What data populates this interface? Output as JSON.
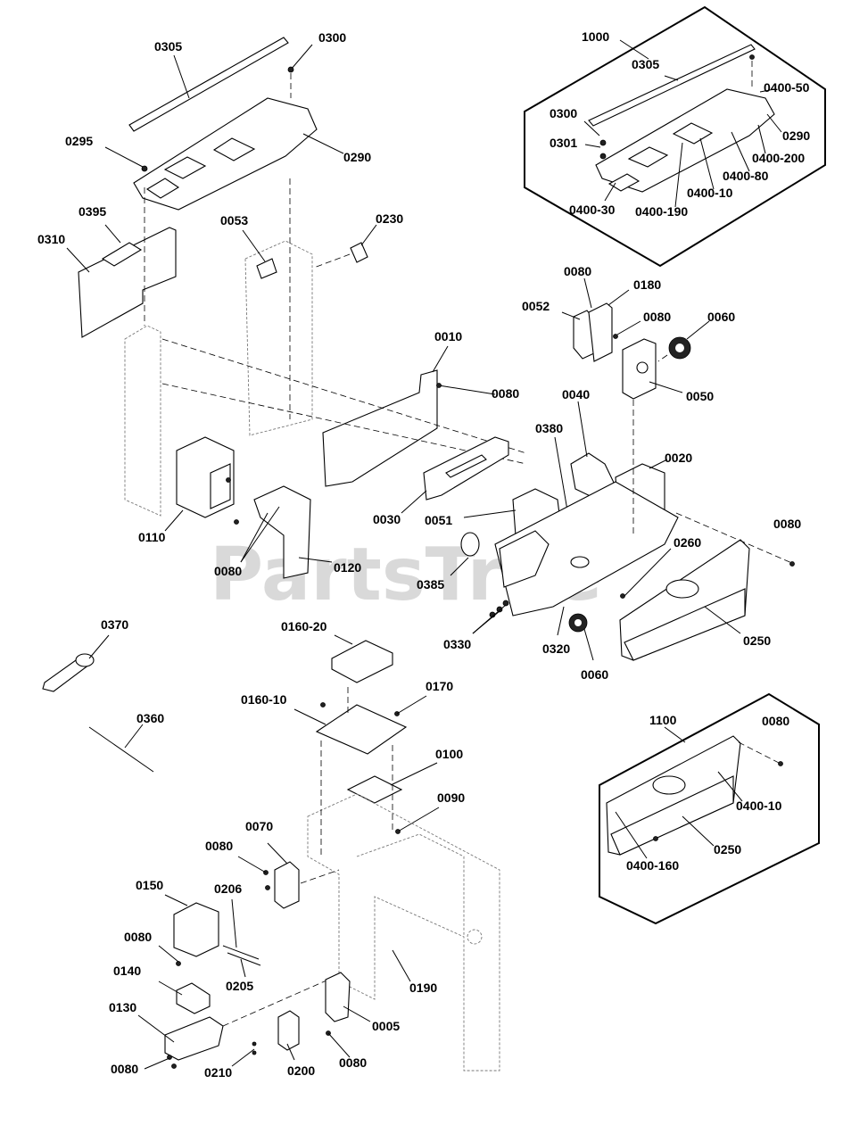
{
  "watermark": {
    "text": "PartsTree",
    "tm": "TM"
  },
  "callouts": {
    "c0305a": "0305",
    "c0300a": "0300",
    "c0295": "0295",
    "c0290a": "0290",
    "c0395": "0395",
    "c0310": "0310",
    "c0053": "0053",
    "c0230": "0230",
    "c1000": "1000",
    "c0305b": "0305",
    "c0400_50": "0400-50",
    "c0300b": "0300",
    "c0290b": "0290",
    "c0301": "0301",
    "c0400_200": "0400-200",
    "c0400_80": "0400-80",
    "c0400_10a": "0400-10",
    "c0400_30": "0400-30",
    "c0400_190": "0400-190",
    "c0080a": "0080",
    "c0180": "0180",
    "c0052": "0052",
    "c0080b": "0080",
    "c0060a": "0060",
    "c0050": "0050",
    "c0010": "0010",
    "c0080c": "0080",
    "c0040": "0040",
    "c0380": "0380",
    "c0020": "0020",
    "c0030": "0030",
    "c0051": "0051",
    "c0110": "0110",
    "c0080d": "0080",
    "c0120": "0120",
    "c0080e": "0080",
    "c0260": "0260",
    "c0385": "0385",
    "c0330": "0330",
    "c0320": "0320",
    "c0060b": "0060",
    "c0250a": "0250",
    "c0370": "0370",
    "c0160_20": "0160-20",
    "c0160_10": "0160-10",
    "c0170": "0170",
    "c0360": "0360",
    "c0100": "0100",
    "c0090": "0090",
    "c1100": "1100",
    "c0080f": "0080",
    "c0400_10b": "0400-10",
    "c0250b": "0250",
    "c0400_160": "0400-160",
    "c0070": "0070",
    "c0080g": "0080",
    "c0150": "0150",
    "c0206": "0206",
    "c0080h": "0080",
    "c0140": "0140",
    "c0205": "0205",
    "c0190": "0190",
    "c0130": "0130",
    "c0005": "0005",
    "c0080i": "0080",
    "c0210": "0210",
    "c0200": "0200",
    "c0080j": "0080"
  }
}
